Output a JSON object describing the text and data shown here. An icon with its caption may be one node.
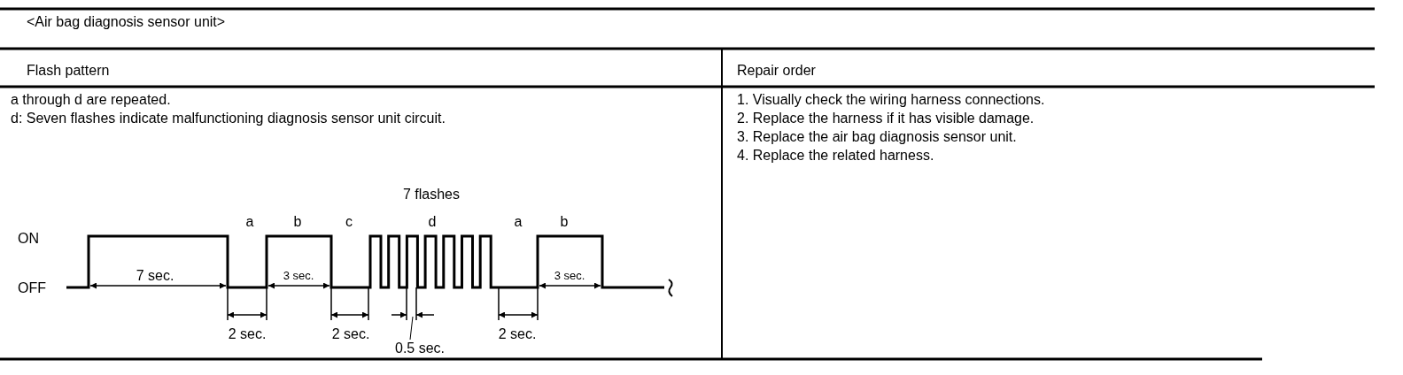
{
  "diagram": {
    "labels": [
      "<Air bag diagnosis sensor unit>",
      "Flash pattern",
      "Repair order",
      "a through d are repeated.",
      "d: Seven flashes indicate malfunctioning diagnosis sensor unit circuit.",
      "7 flashes",
      "a",
      "b",
      "c",
      "d",
      "a",
      "b",
      "ON",
      "7 sec.",
      "3 sec.",
      "3 sec.",
      "OFF",
      "2 sec.",
      "2 sec.",
      "0.5 sec.",
      "2 sec.",
      "1. Visually check the wiring harness connections.",
      "2. Replace the harness if it has visible damage.",
      "3. Replace the air bag diagnosis sensor unit.",
      "4. Replace the related harness."
    ]
  }
}
